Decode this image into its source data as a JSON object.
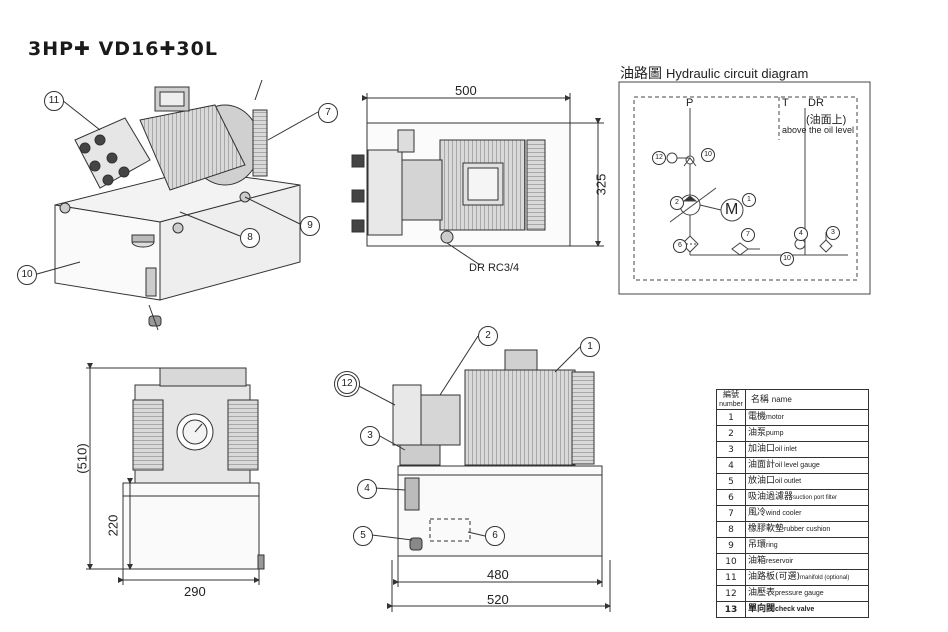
{
  "title": "3HP✚ VD16✚30L",
  "hydraulic_circuit": {
    "title_zh": "油路圖",
    "title_en": "Hydraulic circuit diagram",
    "port_p": "P",
    "port_t": "T",
    "port_dr": "DR",
    "dr_note_zh": "(油面上)",
    "dr_note_en": "above the oil level",
    "motor": "M",
    "callouts": [
      "12",
      "10",
      "2",
      "1",
      "6",
      "7",
      "4",
      "3",
      "10"
    ]
  },
  "dimensions": {
    "top_width": "500",
    "top_depth": "325",
    "drain": "DR RC3/4",
    "side_height": "(510)",
    "tank_height": "220",
    "side_width": "290",
    "front_inner": "480",
    "front_outer": "520"
  },
  "iso_callouts": [
    "11",
    "7",
    "8",
    "9",
    "10"
  ],
  "front_callouts": [
    "2",
    "1",
    "12",
    "3",
    "4",
    "5",
    "6"
  ],
  "parts_table": {
    "header_num": "編號",
    "header_num_en": "number",
    "header_name": "名稱",
    "header_name_en": "name",
    "rows": [
      {
        "no": "1",
        "zh": "電機",
        "en": "motor"
      },
      {
        "no": "2",
        "zh": "油泵",
        "en": "pump"
      },
      {
        "no": "3",
        "zh": "加油口",
        "en": "oil inlet"
      },
      {
        "no": "4",
        "zh": "油面計",
        "en": "oil level gauge"
      },
      {
        "no": "5",
        "zh": "放油口",
        "en": "oil outlet"
      },
      {
        "no": "6",
        "zh": "吸油過濾器",
        "en": "suction port filter"
      },
      {
        "no": "7",
        "zh": "風冷",
        "en": "wind cooler"
      },
      {
        "no": "8",
        "zh": "橡膠軟墊",
        "en": "rubber cushion"
      },
      {
        "no": "9",
        "zh": "吊環",
        "en": "ring"
      },
      {
        "no": "10",
        "zh": "油箱",
        "en": "reservoir"
      },
      {
        "no": "11",
        "zh": "油路板(可選)",
        "en": "manifold (optional)"
      },
      {
        "no": "12",
        "zh": "油壓表",
        "en": "pressure gauge"
      },
      {
        "no": "13",
        "zh": "單向閥",
        "en": "check valve"
      }
    ]
  },
  "colors": {
    "line": "#333333",
    "fill_light": "#e8e8e8",
    "fill_mid": "#b8b8b8",
    "fill_dark": "#555555"
  }
}
